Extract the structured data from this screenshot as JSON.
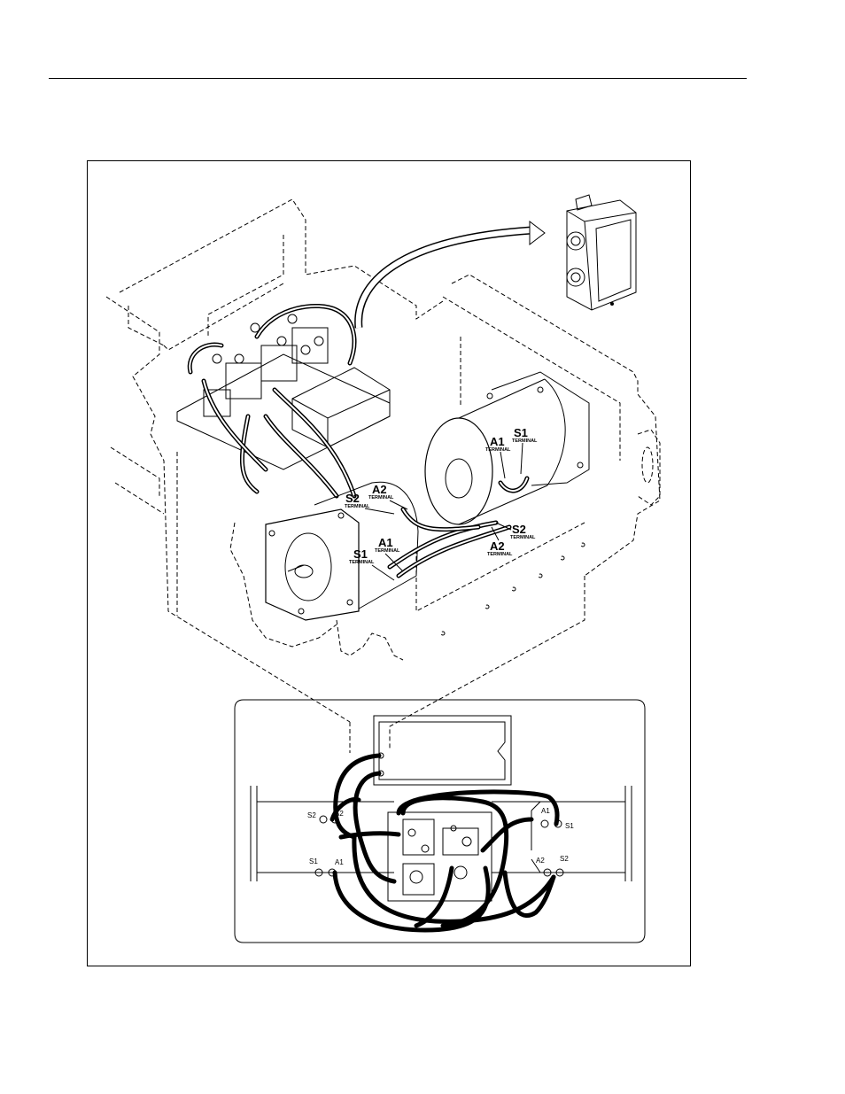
{
  "figure": {
    "motor_labels": {
      "front_s1": "S1",
      "front_a1": "A1",
      "front_s2": "S2",
      "front_a2": "A2",
      "rear_a1": "A1",
      "rear_s1": "S1",
      "rear_s2": "S2",
      "rear_a2": "A2",
      "terminal": "TERMINAL"
    },
    "inset_labels": {
      "left_s2": "S2",
      "left_a2": "A2",
      "left_s1": "S1",
      "left_a1": "A1",
      "right_a1": "A1",
      "right_s1": "S1",
      "right_a2": "A2",
      "right_s2": "S2"
    }
  }
}
